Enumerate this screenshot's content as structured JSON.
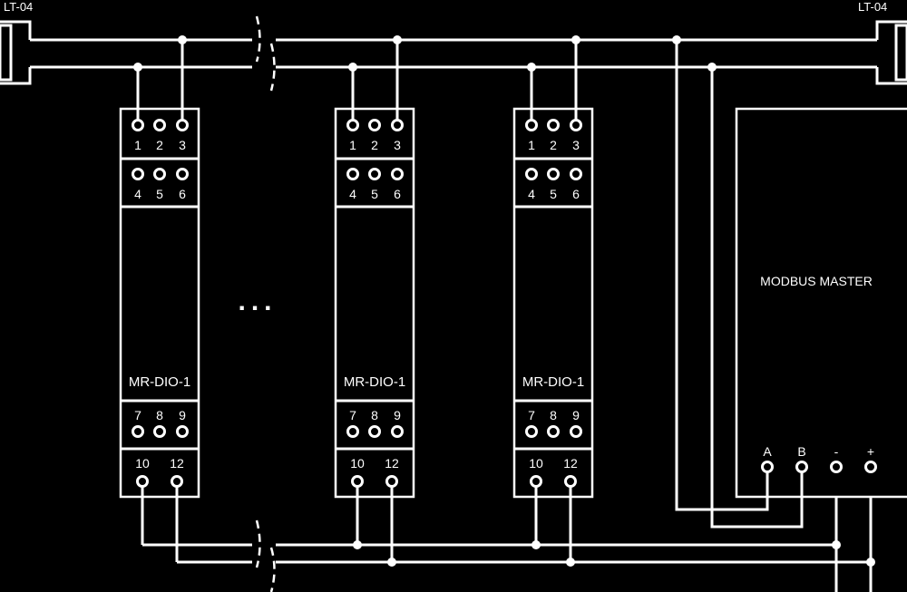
{
  "terminators": {
    "left": "LT-04",
    "right": "LT-04"
  },
  "module": {
    "name": "MR-DIO-1",
    "top_rows": [
      [
        "1",
        "2",
        "3"
      ],
      [
        "4",
        "5",
        "6"
      ]
    ],
    "bottom_rows": [
      [
        "7",
        "8",
        "9"
      ],
      [
        "10",
        "12"
      ]
    ]
  },
  "modules": [
    {
      "name": "MR-DIO-1"
    },
    {
      "name": "MR-DIO-1"
    },
    {
      "name": "MR-DIO-1"
    }
  ],
  "ellipsis": "...",
  "master": {
    "label": "MODBUS MASTER",
    "terminals": [
      "A",
      "B",
      "-",
      "+"
    ]
  }
}
